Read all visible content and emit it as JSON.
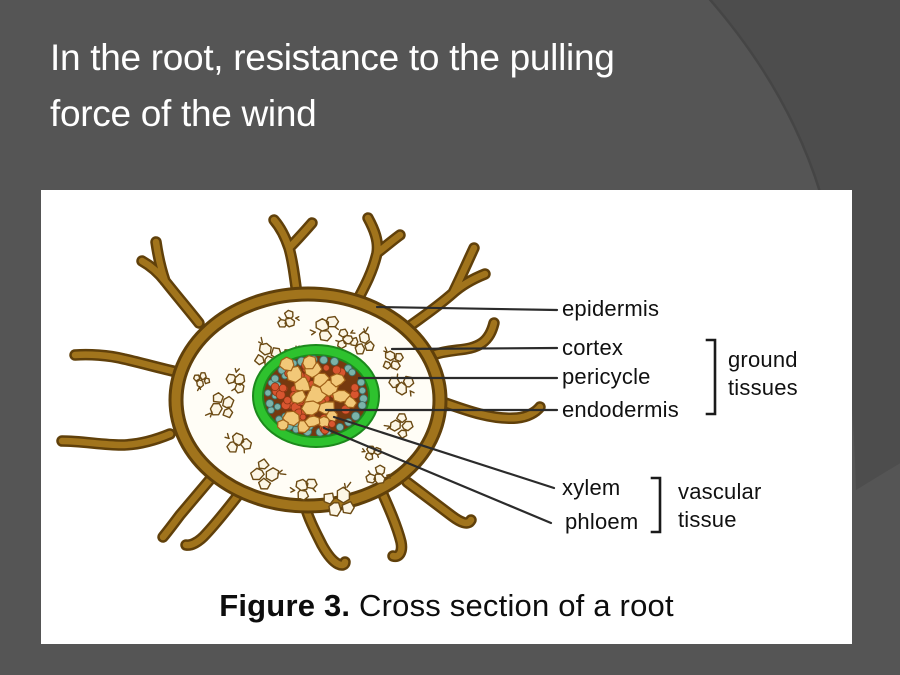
{
  "slide": {
    "background_color": "#555555",
    "title_lines": [
      "In the root, resistance to the pulling",
      "force of the wind"
    ]
  },
  "figure": {
    "labels": {
      "epidermis": "epidermis",
      "cortex": "cortex",
      "pericycle": "pericycle",
      "endodermis": "endodermis",
      "xylem": "xylem",
      "phloem": "phloem"
    },
    "groups": {
      "ground": [
        "ground",
        "tissues"
      ],
      "vascular": [
        "vascular",
        "tissue"
      ]
    },
    "caption": {
      "bold": "Figure 3.",
      "rest": " Cross section of a root"
    },
    "colors": {
      "root_brown": "#a1741c",
      "root_brown_dark": "#60400a",
      "cortex_fill": "#fffdf6",
      "cluster_line": "#6b4a14",
      "cluster_fill": "#fcf6e6",
      "endodermis_green": "#2ec22e",
      "endodermis_green_dark": "#1c891c",
      "stele_brown": "#76390f",
      "pericycle_teal": "#7ab3a9",
      "pericycle_teal_dark": "#3d6e66",
      "phloem_orange": "#d8552f",
      "phloem_orange_dark": "#8a3512",
      "xylem_yellow": "#f2c878",
      "xylem_yellow_dark": "#a06018",
      "leader_line": "#2b2b2b"
    }
  }
}
